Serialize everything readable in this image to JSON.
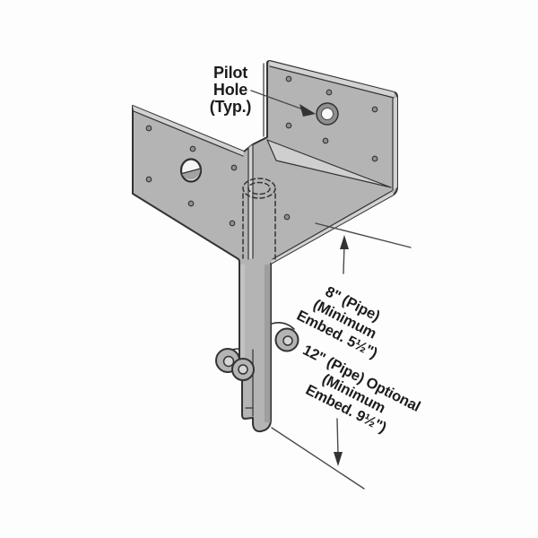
{
  "annotations": {
    "pilot_hole": {
      "lines": [
        "Pilot",
        "Hole",
        "(Typ.)"
      ]
    },
    "dim_8": {
      "lines": [
        "8\" (Pipe)",
        "(Minimum",
        "Embed. 5½\")"
      ]
    },
    "dim_12": {
      "lines": [
        "12\" (Pipe) Optional",
        "(Minimum",
        "Embed. 9½\")"
      ]
    }
  },
  "colors": {
    "plate": "#b4b4b4",
    "plate_light": "#d2d2d2",
    "pipe_shade": "#9e9e9e",
    "line": "#333333",
    "text": "#1c1c1c",
    "background": "#fdfdfd",
    "hole_ring": "#8f8f8f",
    "hole_face": "#f5f5f5"
  }
}
